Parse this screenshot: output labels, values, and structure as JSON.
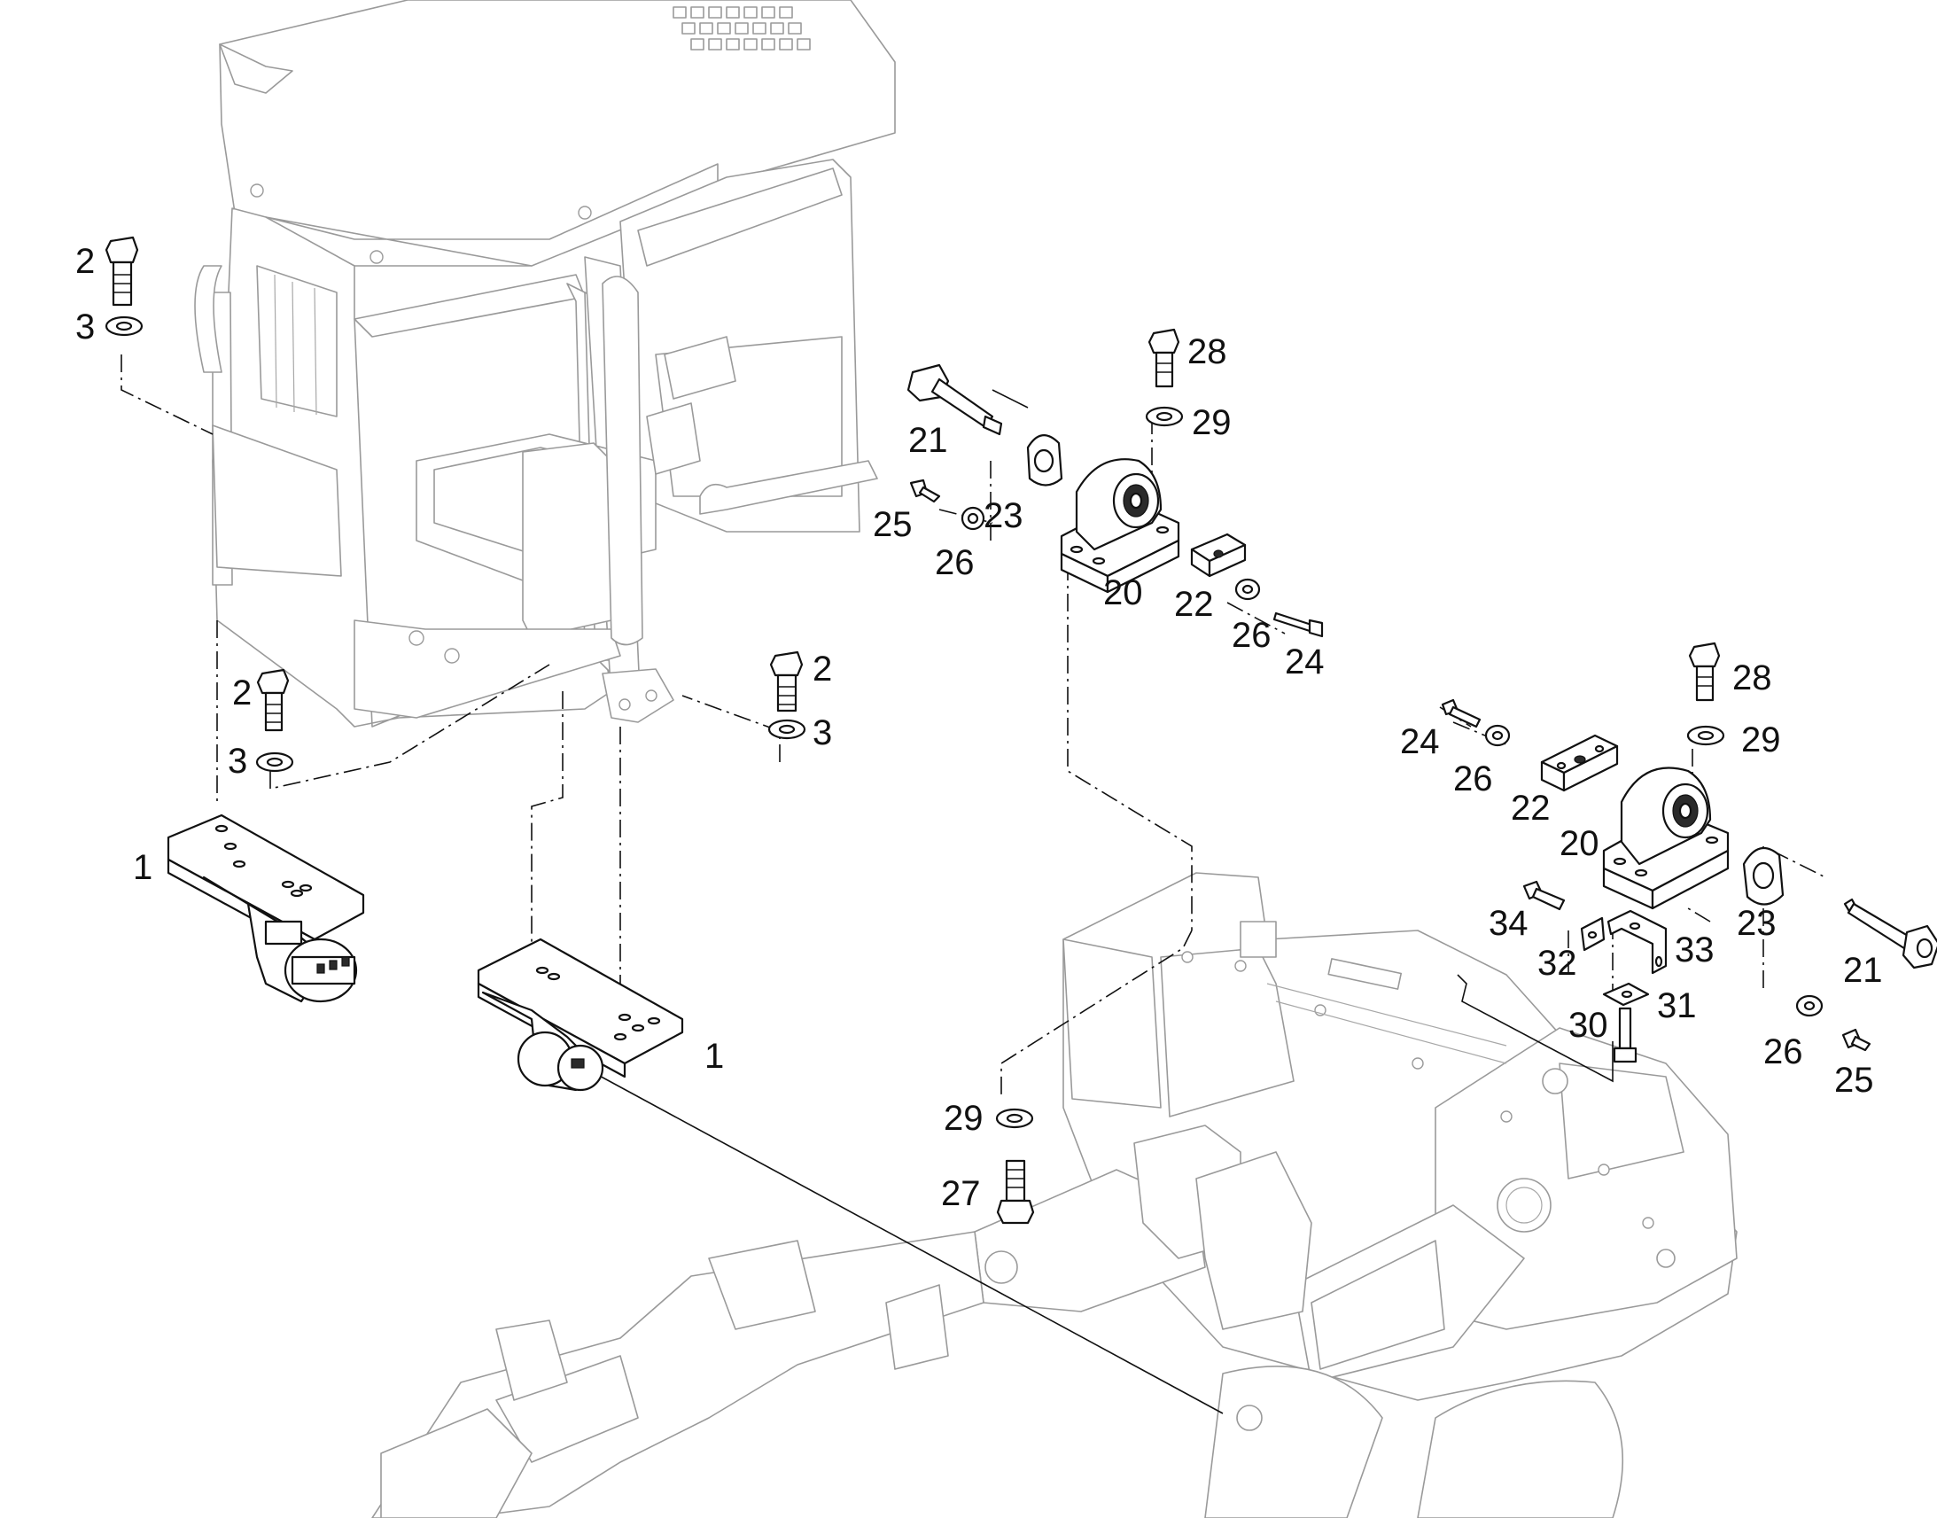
{
  "callouts": {
    "c1a": "1",
    "c1b": "1",
    "c2a": "2",
    "c2b": "2",
    "c2c": "2",
    "c3a": "3",
    "c3b": "3",
    "c3c": "3",
    "c20a": "20",
    "c20b": "20",
    "c21a": "21",
    "c21b": "21",
    "c22a": "22",
    "c22b": "22",
    "c23a": "23",
    "c23b": "23",
    "c24a": "24",
    "c24b": "24",
    "c25a": "25",
    "c25b": "25",
    "c26a": "26",
    "c26b": "26",
    "c26c": "26",
    "c26d": "26",
    "c27": "27",
    "c28a": "28",
    "c28b": "28",
    "c29a": "29",
    "c29b": "29",
    "c29c": "29",
    "c30": "30",
    "c31": "31",
    "c32": "32",
    "c33": "33",
    "c34": "34"
  }
}
